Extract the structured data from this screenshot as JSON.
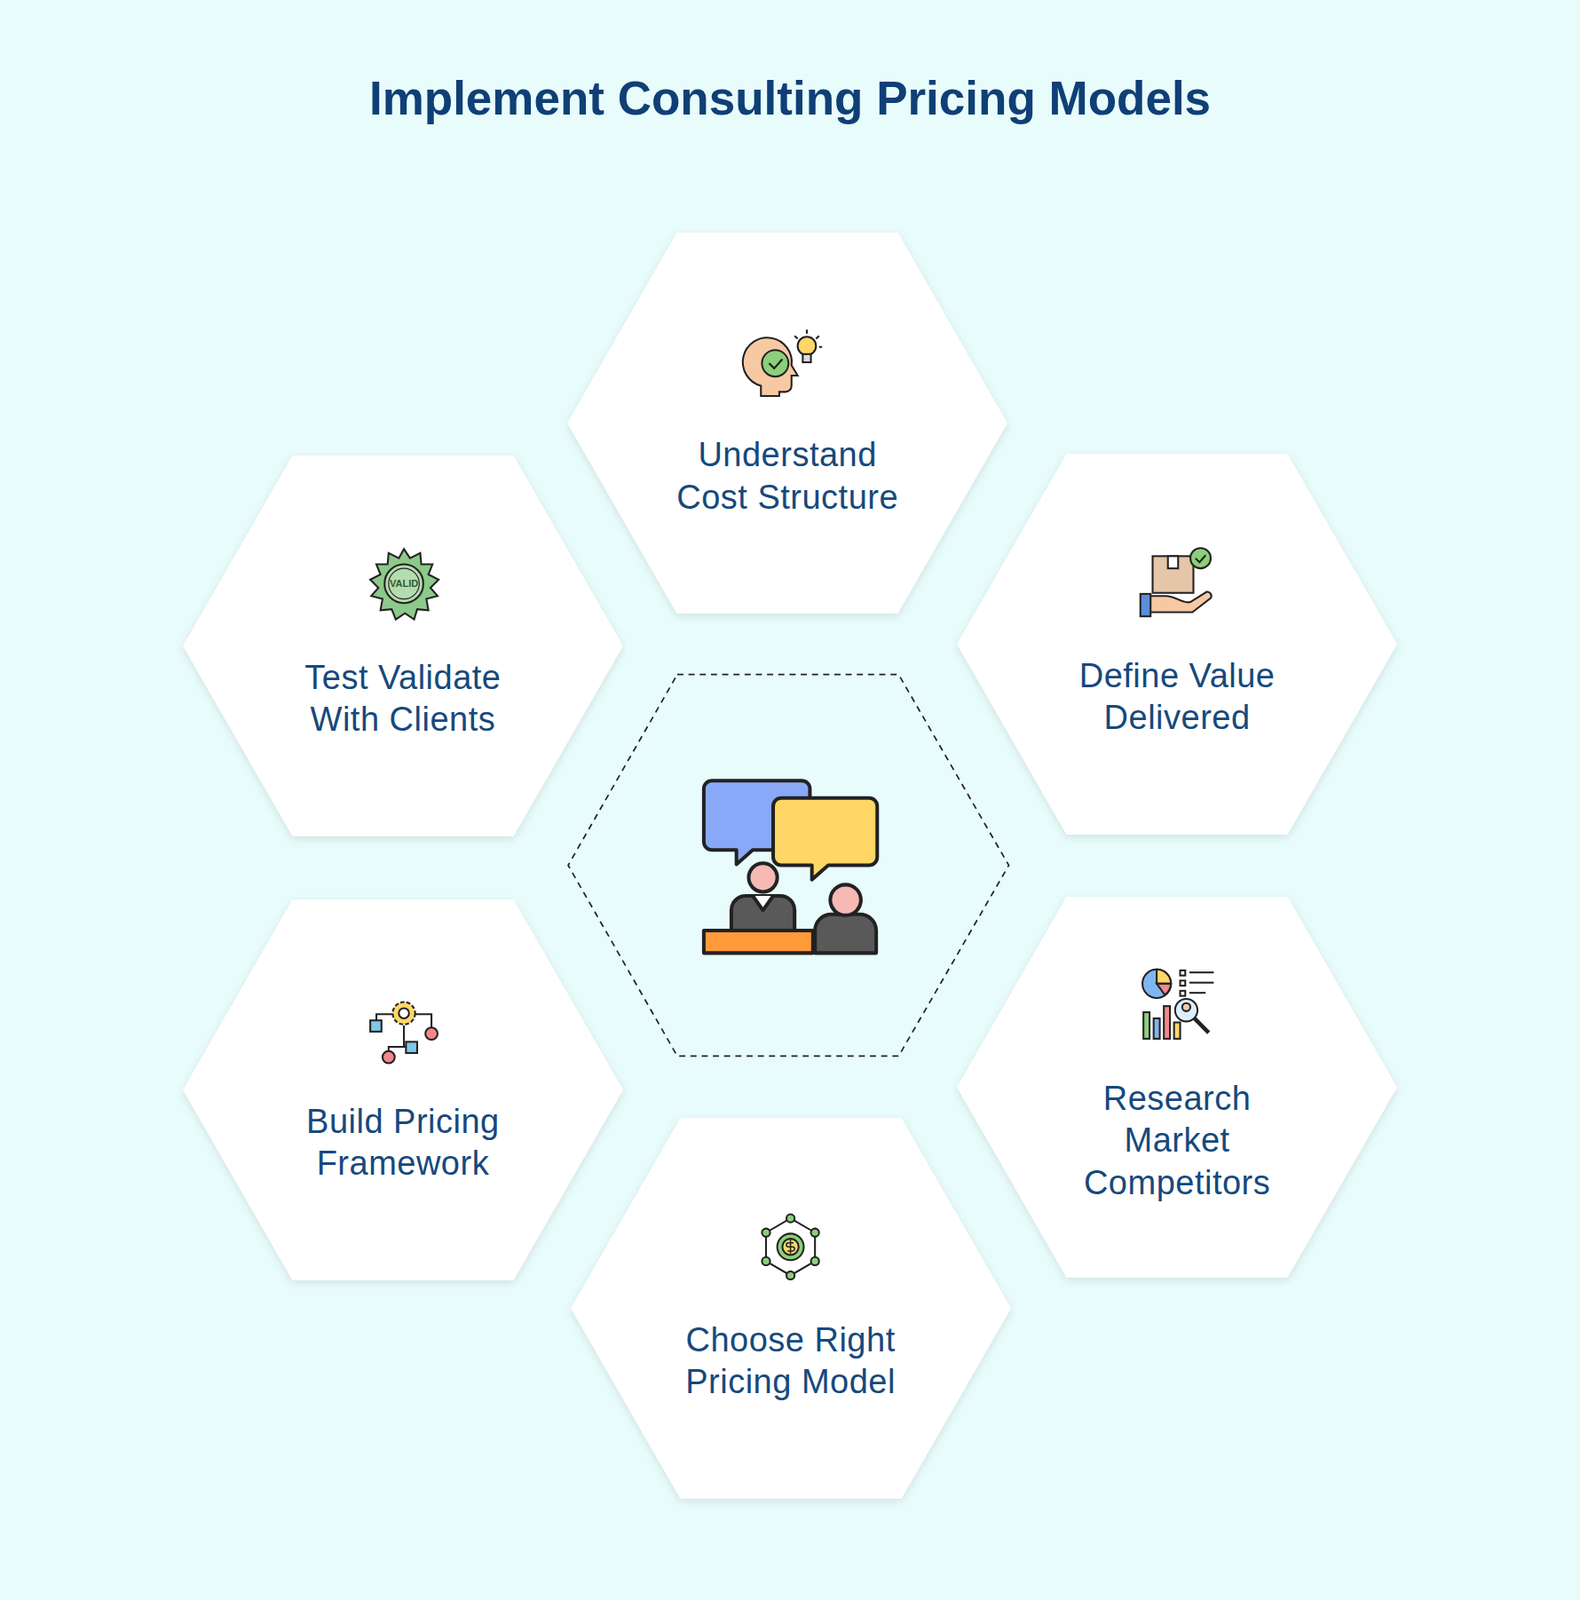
{
  "diagram": {
    "title": "Implement Consulting Pricing Models",
    "nodes": [
      {
        "text": [
          "Understand Cost Structure"
        ]
      },
      {
        "text": [
          "Define Value Delivered"
        ]
      },
      {
        "text": [
          "Research Market Competitors"
        ]
      },
      {
        "text": [
          "Choose Right Pricing Model"
        ]
      },
      {
        "text": [
          "Build Pricing Framework"
        ]
      },
      {
        "text": [
          "Test Validate With Clients"
        ]
      }
    ],
    "labels": [
      "VALID"
    ]
  }
}
